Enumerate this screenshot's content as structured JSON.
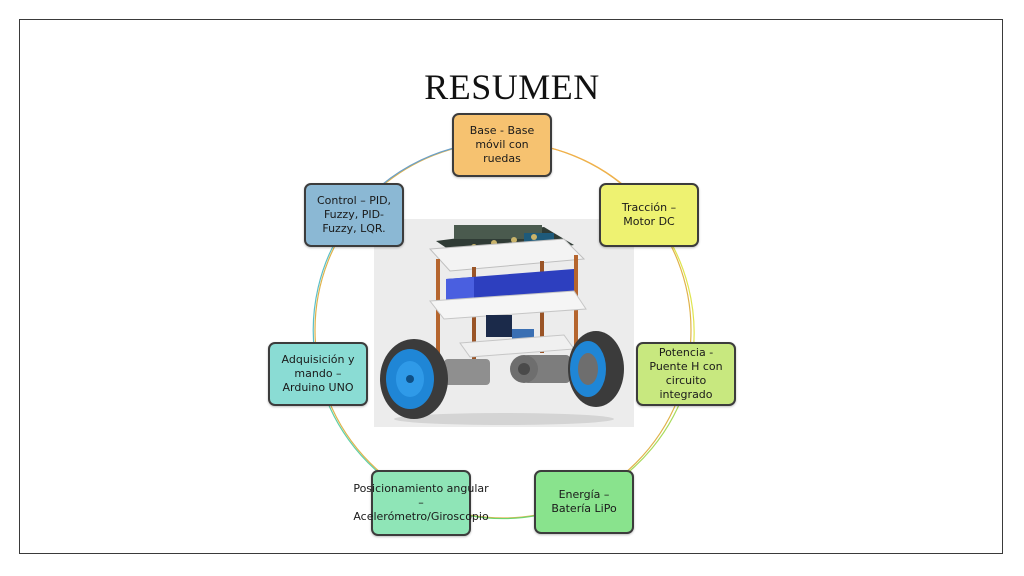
{
  "slide": {
    "title": "RESUMEN"
  },
  "cycle": {
    "nodes": [
      {
        "id": "base",
        "label": "Base - Base móvil con ruedas",
        "color": "#f6c270"
      },
      {
        "id": "traccion",
        "label": "Tracción – Motor DC",
        "color": "#eef271"
      },
      {
        "id": "potencia",
        "label": "Potencia - Puente H con circuito integrado",
        "color": "#c8e87f"
      },
      {
        "id": "energia",
        "label": "Energía – Batería LiPo",
        "color": "#89e38d"
      },
      {
        "id": "posicion",
        "label": "Posicionamiento angular – Acelerómetro/Giroscopio",
        "color": "#8fe5b7"
      },
      {
        "id": "adquis",
        "label": "Adquisición y mando – Arduino UNO",
        "color": "#8adcd4"
      },
      {
        "id": "control",
        "label": "Control – PID, Fuzzy, PID-Fuzzy, LQR.",
        "color": "#8bb8d4"
      }
    ]
  },
  "image": {
    "subject": "self-balancing two-wheel robot render"
  }
}
